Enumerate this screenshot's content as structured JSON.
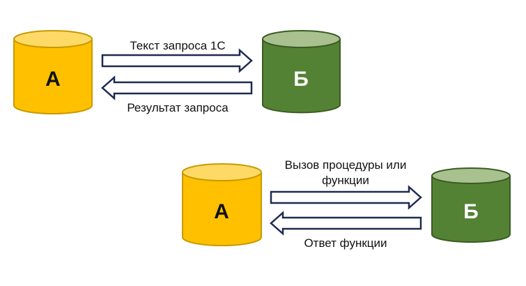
{
  "colors": {
    "a_body": "#FFC000",
    "a_top": "#FFD966",
    "a_stroke": "#C79A00",
    "b_body": "#548235",
    "b_top": "#A9C18E",
    "b_stroke": "#3A5C22",
    "arrow": "#1F2A50"
  },
  "diagram1": {
    "a_label": "А",
    "b_label": "Б",
    "forward": "Текст запроса 1С",
    "back": "Результат запроса"
  },
  "diagram2": {
    "a_label": "А",
    "b_label": "Б",
    "forward_line1": "Вызов процедуры или",
    "forward_line2": "функции",
    "back": "Ответ функции"
  }
}
